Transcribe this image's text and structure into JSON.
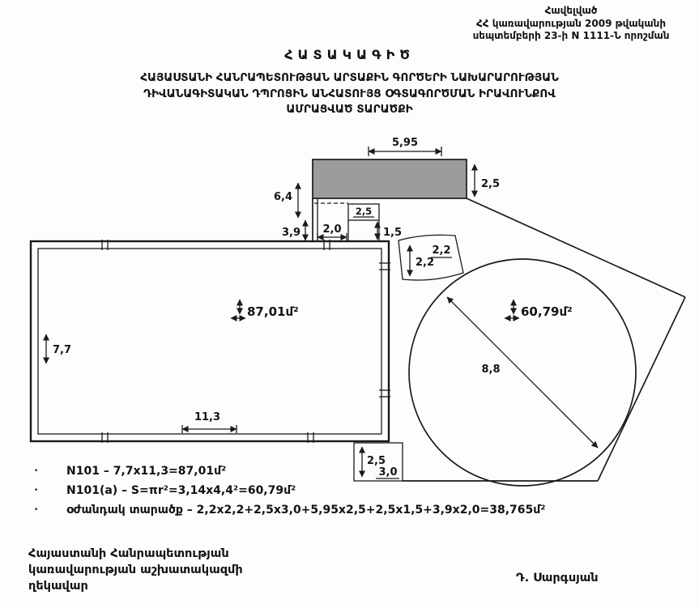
{
  "page": {
    "appendix": {
      "line1": "Հավելված",
      "line2": "ՀՀ կառավարության 2009 թվականի",
      "line3": "սեպտեմբերի 23-ի N 1111-Ն որոշման"
    },
    "title": "ՀԱՏԱԿԱԳԻԾ",
    "subtitle": {
      "line1": "ՀԱՅԱՍՏԱՆԻ ՀԱՆՐԱՊԵՏՈՒԹՅԱՆ ԱՐՏԱՔԻՆ ԳՈՐԾԵՐԻ ՆԱԽԱՐԱՐՈՒԹՅԱՆ",
      "line2": "ԴԻՎԱՆԱԳԻՏԱԿԱՆ ԴՊՐՈՑԻՆ ԱՆՀԱՏՈՒՅՑ ՕԳՏԱԳՈՐԾՄԱՆ ԻՐԱՎՈՒՆՔՈՎ",
      "line3": "ԱՄՐԱՑՎԱԾ ՏԱՐԱԾՔԻ"
    }
  },
  "drawing": {
    "dims": {
      "top_width": "5,95",
      "top_height": "2,5",
      "left_height": "6,4",
      "step_width": "2,5",
      "step_height": "3,9",
      "step_width2": "2,0",
      "step_height2": "1,5",
      "wedge_h": "2,2",
      "wedge_w": "2,2",
      "room_height": "7,7",
      "room_width": "11,3",
      "circle_diameter": "8,8",
      "bottom_height": "2,5",
      "bottom_width": "3,0"
    },
    "areas": {
      "room": "87,01մ²",
      "circle": "60,79մ²"
    }
  },
  "notes": {
    "bullet": "•",
    "items": [
      "N101 – 7,7x11,3=87,01մ²",
      "N101(a) – S=πr²=3,14x4,4²=60,79մ²",
      "օժանդակ տարածք – 2,2x2,2+2,5x3,0+5,95x2,5+2,5x1,5+3,9x2,0=38,765մ²"
    ]
  },
  "footer": {
    "left": {
      "line1": "Հայաստանի Հանրապետության",
      "line2": "կառավարության աշխատակազմի",
      "line3": "ղեկավար"
    },
    "signature": "Դ. Սարգսյան"
  }
}
